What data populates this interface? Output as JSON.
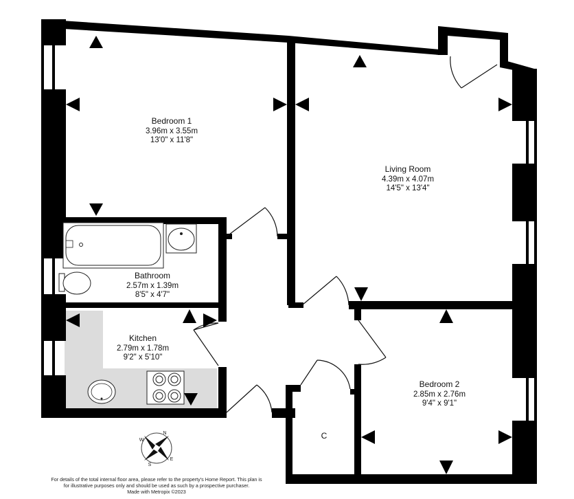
{
  "rooms": {
    "bedroom1": {
      "name": "Bedroom 1",
      "metric": "3.96m  x 3.55m",
      "imperial": "13'0\"  x 11'8\""
    },
    "living": {
      "name": "Living Room",
      "metric": "4.39m  x 4.07m",
      "imperial": "14'5\"  x 13'4\""
    },
    "bathroom": {
      "name": "Bathroom",
      "metric": "2.57m  x 1.39m",
      "imperial": "8'5\"  x 4'7\""
    },
    "kitchen": {
      "name": "Kitchen",
      "metric": "2.79m  x 1.78m",
      "imperial": "9'2\"  x 5'10\""
    },
    "bedroom2": {
      "name": "Bedroom 2",
      "metric": "2.85m  x 2.76m",
      "imperial": "9'4\"  x 9'1\""
    },
    "cupboard": {
      "name": "C"
    }
  },
  "compass": {
    "n": "N",
    "e": "E",
    "s": "S",
    "w": "W"
  },
  "footer": {
    "line1": "For details of the total internal floor area, please refer to the property's Home Report. This plan is",
    "line2": "for illustrative purposes only and should be used as such by a prospective purchaser.",
    "line3": "Made with Metropix ©2023"
  }
}
